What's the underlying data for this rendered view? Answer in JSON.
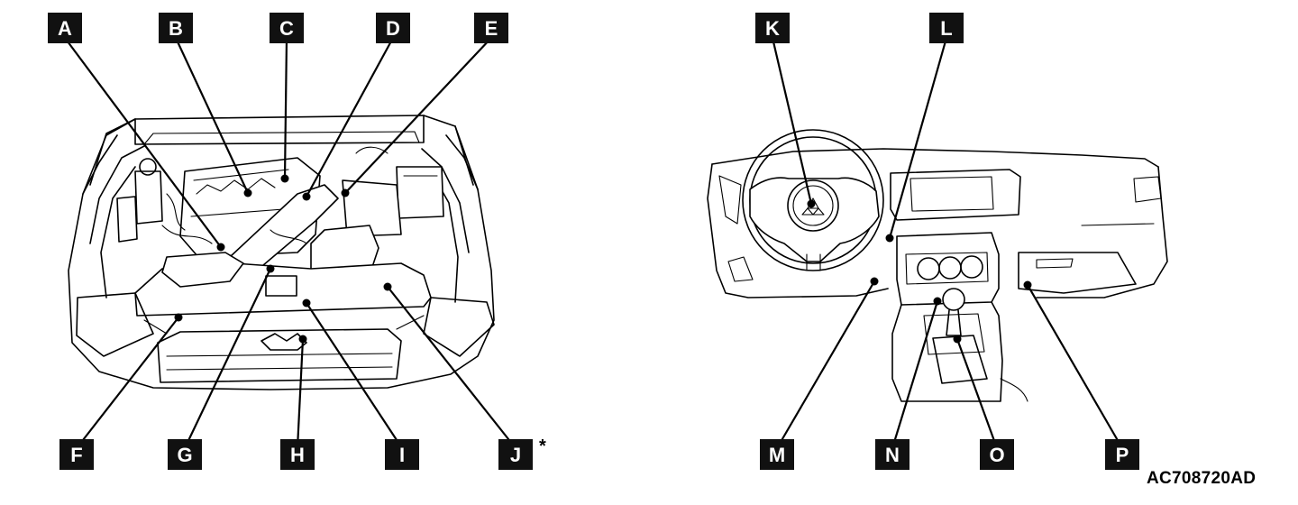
{
  "callouts": {
    "A": "A",
    "B": "B",
    "C": "C",
    "D": "D",
    "E": "E",
    "F": "F",
    "G": "G",
    "H": "H",
    "I": "I",
    "J": "J",
    "K": "K",
    "L": "L",
    "M": "M",
    "N": "N",
    "O": "O",
    "P": "P"
  },
  "footnote_marker": "*",
  "figure_code": "AC708720AD"
}
